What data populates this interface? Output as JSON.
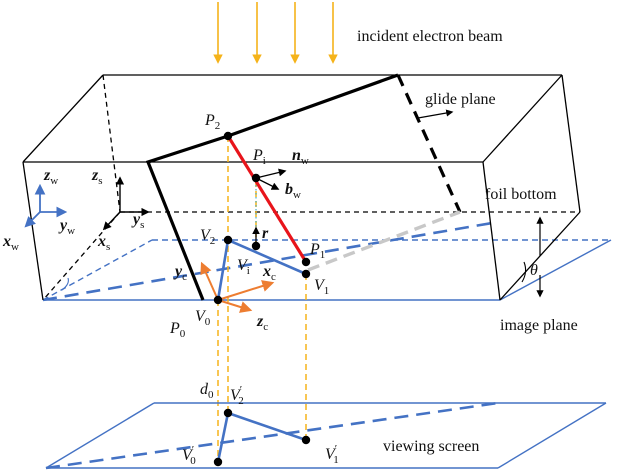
{
  "labels": {
    "incident_beam": "incident electron beam",
    "glide_plane": "glide plane",
    "foil_bottom": "foil bottom",
    "image_plane": "image plane",
    "viewing_screen": "viewing screen",
    "theta": "θ"
  },
  "points": {
    "P": "P",
    "P2_sub": "2",
    "Pi_sub": "i",
    "P1_sub": "1",
    "P0_sub": "0",
    "V": "V",
    "V0_sub": "0",
    "V1_sub": "1",
    "V2_sub": "2",
    "Vi_sub": "i",
    "d": "d",
    "d0_sub": "0",
    "prime": "′"
  },
  "vectors": {
    "n": "n",
    "n_sub": "w",
    "b": "b",
    "b_sub": "w",
    "r": "r",
    "x": "x",
    "y": "y",
    "z": "z",
    "sub_w": "w",
    "sub_s": "s",
    "sub_c": "c"
  },
  "colors": {
    "dislocation_red": "#e8141b",
    "beam_orange": "#f5b31a",
    "plane_blue": "#4472c4",
    "crystal_axis_orange": "#ed7d31",
    "projection_gray": "#c8c8c8",
    "foil_black": "#000000"
  }
}
